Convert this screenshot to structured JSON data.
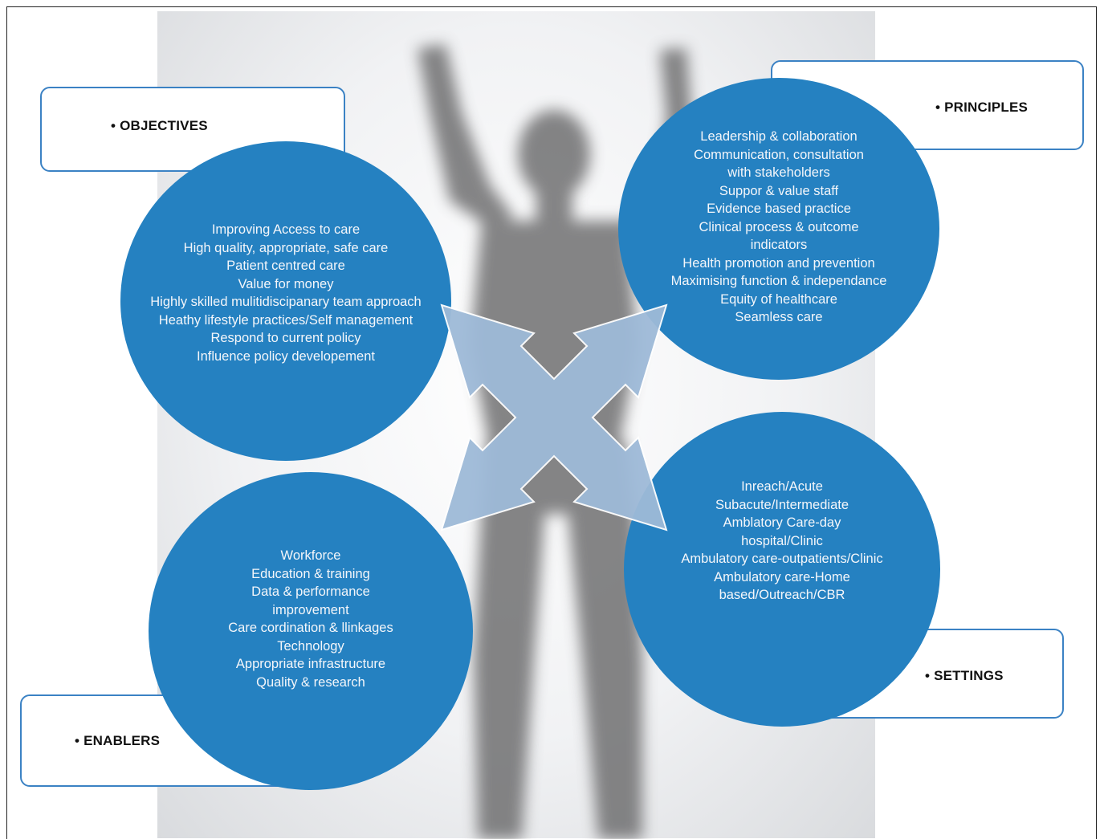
{
  "objectives": {
    "label": "• OBJECTIVES",
    "items": [
      "Improving Access to care",
      "High quality, appropriate, safe care",
      "Patient centred care",
      "Value for money",
      "Highly skilled mulitidiscipanary team approach",
      "Heathy lifestyle practices/Self management",
      "Respond to current policy",
      "Influence policy developement"
    ]
  },
  "principles": {
    "label": "• PRINCIPLES",
    "items": [
      "Leadership & collaboration",
      "Communication, consultation",
      "with stakeholders",
      "Suppor & value staff",
      "Evidence based practice",
      "Clinical process & outcome",
      "indicators",
      "Health promotion and prevention",
      "Maximising function & independance",
      "Equity of healthcare",
      "Seamless care"
    ]
  },
  "enablers": {
    "label": "• ENABLERS",
    "items": [
      "Workforce",
      "Education & training",
      "Data & performance",
      "improvement",
      "Care cordination & llinkages",
      "Technology",
      "Appropriate infrastructure",
      "Quality & research"
    ]
  },
  "settings": {
    "label": "• SETTINGS",
    "items": [
      "Inreach/Acute",
      "Subacute/Intermediate",
      "Amblatory Care-day",
      "hospital/Clinic",
      "Ambulatory care-outpatients/Clinic",
      "Ambulatory care-Home",
      "based/Outreach/CBR"
    ]
  },
  "colors": {
    "circle_fill": "#2581c1",
    "box_border": "#3b82c4",
    "arrow_fill": "#9ebad8",
    "silhouette": "#6f7071"
  }
}
